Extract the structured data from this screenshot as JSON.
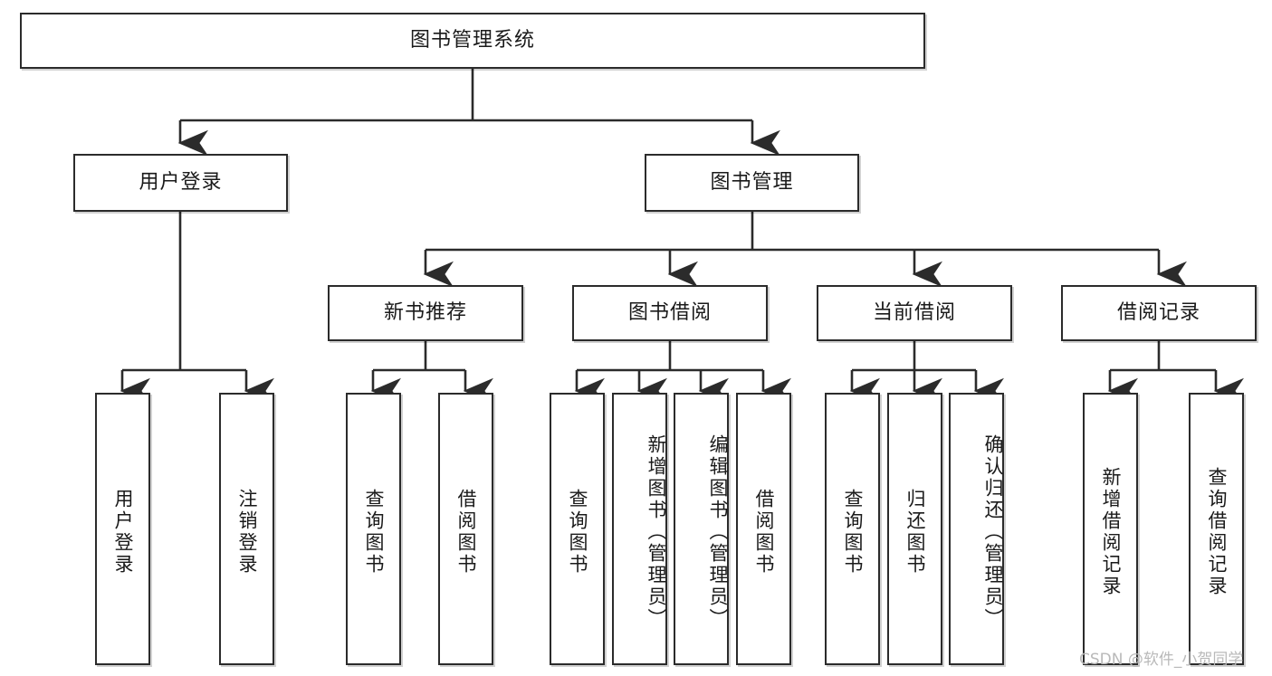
{
  "diagram": {
    "title": "图书管理系统",
    "type": "hierarchy-tree",
    "watermark": "CSDN @软件_小贺同学",
    "colors": {
      "stroke": "#2b2b2b",
      "fill": "#ffffff",
      "text": "#1a1a1a",
      "watermark": "#b9b9b9"
    },
    "nodes": {
      "root": {
        "label": "图书管理系统",
        "level": 1,
        "orientation": "horizontal"
      },
      "l2": [
        {
          "id": "user-login",
          "label": "用户登录",
          "level": 2,
          "orientation": "horizontal"
        },
        {
          "id": "book-manage",
          "label": "图书管理",
          "level": 2,
          "orientation": "horizontal"
        }
      ],
      "l3": [
        {
          "id": "new-book-rec",
          "label": "新书推荐",
          "level": 3,
          "orientation": "horizontal"
        },
        {
          "id": "book-borrow",
          "label": "图书借阅",
          "level": 3,
          "orientation": "horizontal"
        },
        {
          "id": "current-borrow",
          "label": "当前借阅",
          "level": 3,
          "orientation": "horizontal"
        },
        {
          "id": "borrow-record",
          "label": "借阅记录",
          "level": 3,
          "orientation": "horizontal"
        }
      ],
      "leaves": {
        "user_login": [
          {
            "id": "leaf-user-login",
            "label": "用户登录"
          },
          {
            "id": "leaf-user-logout",
            "label": "注销登录"
          }
        ],
        "new_book_rec": [
          {
            "id": "leaf-query-book-1",
            "label": "查询图书"
          },
          {
            "id": "leaf-borrow-book-1",
            "label": "借阅图书"
          }
        ],
        "book_borrow": [
          {
            "id": "leaf-query-book-2",
            "label": "查询图书"
          },
          {
            "id": "leaf-add-book",
            "label": "新增图书（管理员）"
          },
          {
            "id": "leaf-edit-book",
            "label": "编辑图书（管理员）"
          },
          {
            "id": "leaf-borrow-book-2",
            "label": "借阅图书"
          }
        ],
        "current_borrow": [
          {
            "id": "leaf-query-book-3",
            "label": "查询图书"
          },
          {
            "id": "leaf-return-book",
            "label": "归还图书"
          },
          {
            "id": "leaf-confirm-return",
            "label": "确认归还（管理员）"
          }
        ],
        "borrow_record": [
          {
            "id": "leaf-add-record",
            "label": "新增借阅记录"
          },
          {
            "id": "leaf-query-record",
            "label": "查询借阅记录"
          }
        ]
      }
    }
  }
}
